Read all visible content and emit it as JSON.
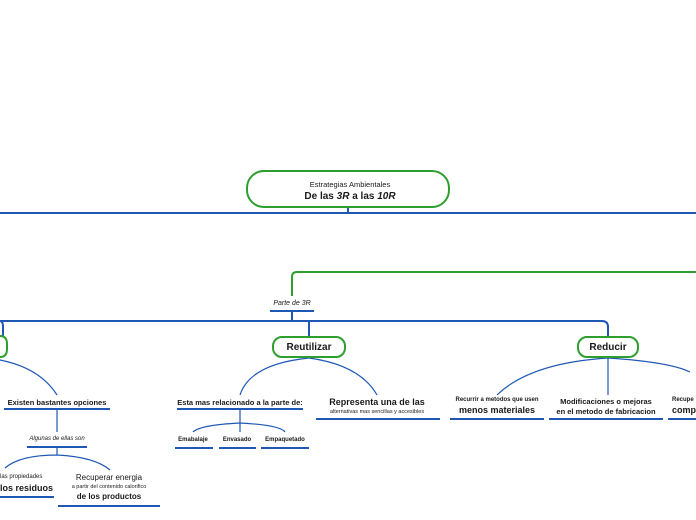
{
  "root": {
    "line1": "Estrategias Ambientales",
    "line2_prefix": "De las ",
    "line2_a": "3R",
    "line2_mid": " a las ",
    "line2_b": "10R"
  },
  "branch_label": "Parte de 3R",
  "nodes": {
    "reutilizar": "Reutilizar",
    "reducir": "Reducir"
  },
  "left": {
    "existen": "Existen bastantes opciones",
    "algunas": "Algunas de ellas son",
    "las_propiedades": "las propiedades",
    "los_residuos": "los residuos",
    "recuperar_1": "Recuperar energia",
    "recuperar_2": "a partir del contenido calorifico",
    "recuperar_3": "de los productos"
  },
  "reutilizar_children": {
    "relacionado": "Esta mas relacionado a la parte de:",
    "embalaje": "Emabalaje",
    "envasado": "Envasado",
    "empaquetado": "Empaquetado",
    "representa_1": "Representa una de las",
    "representa_2": "alternativas mas sencillas y accesibles"
  },
  "reducir_children": {
    "recurrir_1": "Recurrir a metodos que usen",
    "recurrir_2": "menos materiales",
    "modif_1": "Modificaciones o mejoras",
    "modif_2": "en el metodo de fabricacion",
    "recupe_1": "Recupe",
    "recupe_2": "compo"
  },
  "colors": {
    "green": "#2e9e2e",
    "blue": "#1f57b5",
    "text": "#1a1a1a"
  }
}
